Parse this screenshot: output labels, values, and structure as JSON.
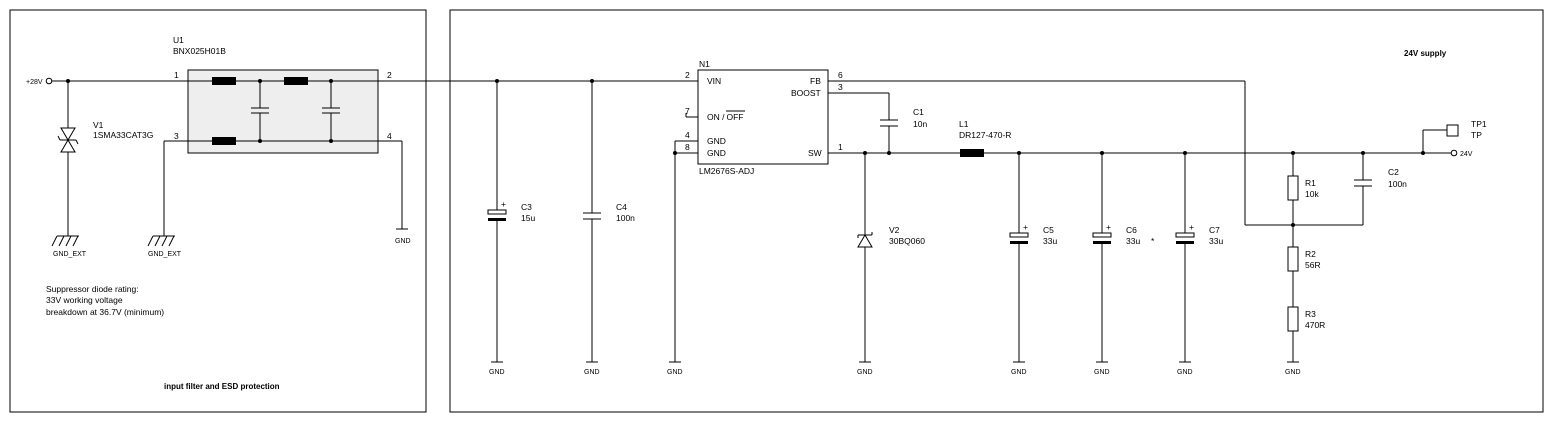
{
  "frames": {
    "left_title": "input filter and ESD protection",
    "right_title": "24V supply"
  },
  "ports": {
    "in_label": "+28V",
    "out_label": "24V"
  },
  "u1": {
    "ref": "U1",
    "value": "BNX025H01B",
    "pin1": "1",
    "pin2": "2",
    "pin3": "3",
    "pin4": "4"
  },
  "v1": {
    "ref": "V1",
    "value": "1SMA33CAT3G"
  },
  "gnd_ext_1": "GND_EXT",
  "gnd_ext_2": "GND_EXT",
  "note": {
    "line1": "Suppressor diode rating:",
    "line2": "33V working voltage",
    "line3": "breakdown at 36.7V (minimum)"
  },
  "n1": {
    "ref": "N1",
    "value": "LM2676S-ADJ",
    "pins": {
      "vin": "VIN",
      "fb": "FB",
      "boost": "BOOST",
      "on_off_prefix": "ON /",
      "on_off_bar": "OFF",
      "gnd_a": "GND",
      "gnd_b": "GND",
      "sw": "SW"
    },
    "pin_numbers": {
      "vin": "2",
      "fb": "6",
      "boost": "3",
      "on_off": "7",
      "gnd_a": "4",
      "gnd_b": "8",
      "sw": "1"
    }
  },
  "c1": {
    "ref": "C1",
    "value": "10n"
  },
  "c2": {
    "ref": "C2",
    "value": "100n"
  },
  "c3": {
    "ref": "C3",
    "value": "15u"
  },
  "c4": {
    "ref": "C4",
    "value": "100n"
  },
  "c5": {
    "ref": "C5",
    "value": "33u"
  },
  "c6": {
    "ref": "C6",
    "value": "33u",
    "mark": "*"
  },
  "c7": {
    "ref": "C7",
    "value": "33u"
  },
  "l1": {
    "ref": "L1",
    "value": "DR127-470-R"
  },
  "v2": {
    "ref": "V2",
    "value": "30BQ060"
  },
  "r1": {
    "ref": "R1",
    "value": "10k"
  },
  "r2": {
    "ref": "R2",
    "value": "56R"
  },
  "r3": {
    "ref": "R3",
    "value": "470R"
  },
  "tp1": {
    "ref": "TP1",
    "value": "TP"
  },
  "gnd": {
    "u1": "GND",
    "c3": "GND",
    "c4": "GND",
    "n1": "GND",
    "v2": "GND",
    "c5": "GND",
    "c6": "GND",
    "c7": "GND",
    "r3": "GND"
  },
  "polarity": {
    "plus": "+"
  }
}
